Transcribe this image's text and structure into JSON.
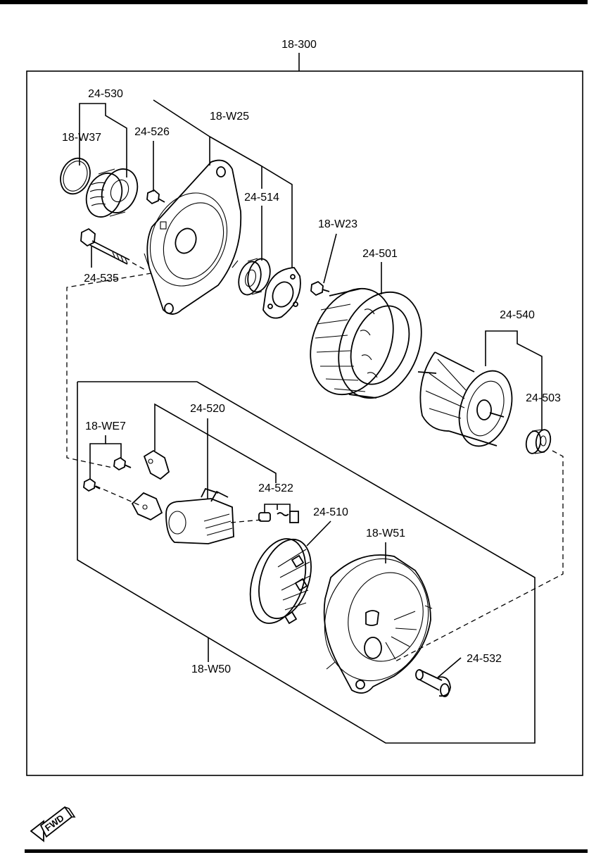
{
  "diagram": {
    "assembly_label": "18-300",
    "labels": {
      "p24_530": "24-530",
      "p18_w37": "18-W37",
      "p24_526": "24-526",
      "p18_w25": "18-W25",
      "p24_514": "24-514",
      "p24_535": "24-535",
      "p18_w23": "18-W23",
      "p24_501": "24-501",
      "p24_540": "24-540",
      "p24_503": "24-503",
      "p24_520": "24-520",
      "p18_we7": "18-WE7",
      "p24_522": "24-522",
      "p24_510": "24-510",
      "p18_w51": "18-W51",
      "p24_532": "24-532",
      "p18_w50": "18-W50"
    },
    "fwd_label": "FWD"
  }
}
